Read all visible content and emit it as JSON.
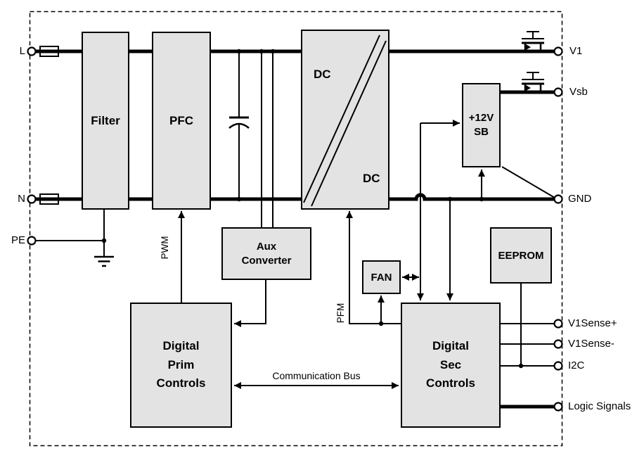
{
  "colors": {
    "block_fill": "#e3e3e3",
    "line": "#000000",
    "background": "#ffffff"
  },
  "terminals_left": [
    {
      "label": "L"
    },
    {
      "label": "N"
    },
    {
      "label": "PE"
    }
  ],
  "terminals_right": [
    {
      "label": "V1"
    },
    {
      "label": "Vsb"
    },
    {
      "label": "GND"
    },
    {
      "label": "V1Sense+"
    },
    {
      "label": "V1Sense-"
    },
    {
      "label": "I2C"
    },
    {
      "label": "Logic Signals"
    }
  ],
  "blocks": {
    "filter": {
      "label": "Filter"
    },
    "pfc": {
      "label": "PFC"
    },
    "dcdc": {
      "label_top": "DC",
      "label_bottom": "DC"
    },
    "aux_converter": {
      "label": "Aux\nConverter"
    },
    "plus12v_sb": {
      "label": "+12V\nSB"
    },
    "fan": {
      "label": "FAN"
    },
    "digital_prim": {
      "label": "Digital\nPrim\nControls"
    },
    "digital_sec": {
      "label": "Digital\nSec\nControls"
    },
    "eeprom": {
      "label": "EEPROM"
    }
  },
  "signal_labels": {
    "pwm": "PWM",
    "pfm": "PFM",
    "comm_bus": "Communication Bus"
  }
}
